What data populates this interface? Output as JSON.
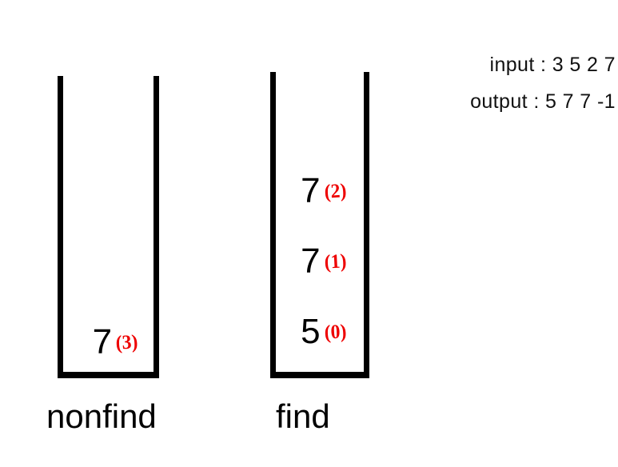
{
  "info": {
    "input_line": "input : 3 5 2 7",
    "output_line": "output : 5 7 7 -1"
  },
  "colors": {
    "wall": "#000000",
    "value": "#000000",
    "index_annotation": "#ee0000",
    "background": "#ffffff"
  },
  "stacks": [
    {
      "id": "nonfind",
      "label": "nonfind",
      "items": [
        {
          "value": "7",
          "index": "(3)"
        }
      ]
    },
    {
      "id": "find",
      "label": "find",
      "items": [
        {
          "value": "5",
          "index": "(0)"
        },
        {
          "value": "7",
          "index": "(1)"
        },
        {
          "value": "7",
          "index": "(2)"
        }
      ]
    }
  ]
}
